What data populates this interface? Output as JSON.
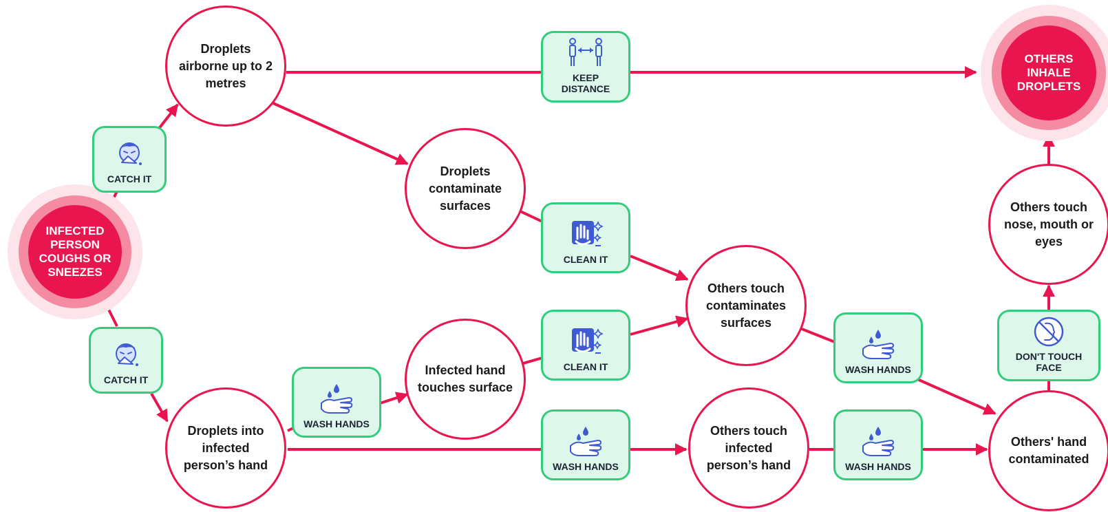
{
  "colors": {
    "accent": "#e8154f",
    "box_border": "#33cc7a",
    "box_fill": "#ddf7ea",
    "icon": "#3f5bd1"
  },
  "nodes": {
    "infected": "INFECTED PERSON COUGHS OR SNEEZES",
    "airborne": "Droplets airborne up to 2 metres",
    "contaminate": "Droplets contaminate surfaces",
    "others_touch_surfaces": "Others touch contaminates surfaces",
    "infected_hand_touches": "Infected hand touches surface",
    "droplets_into_hand": "Droplets into infected person’s hand",
    "others_touch_infected_hand": "Others touch infected person’s hand",
    "others_hand_contaminated": "Others' hand contaminated",
    "others_touch_face": "Others touch nose, mouth or eyes",
    "others_inhale": "OTHERS INHALE DROPLETS"
  },
  "actions": {
    "catch_it_top": {
      "label": "CATCH IT",
      "icon": "sneeze-icon"
    },
    "catch_it_bottom": {
      "label": "CATCH IT",
      "icon": "sneeze-icon"
    },
    "keep_distance": {
      "label": "KEEP DISTANCE",
      "icon": "distance-icon"
    },
    "clean_it_upper": {
      "label": "CLEAN IT",
      "icon": "clean-icon"
    },
    "clean_it_lower": {
      "label": "CLEAN IT",
      "icon": "clean-icon"
    },
    "wash_hands_left": {
      "label": "WASH HANDS",
      "icon": "wash-hands-icon"
    },
    "wash_hands_center": {
      "label": "WASH HANDS",
      "icon": "wash-hands-icon"
    },
    "wash_hands_mid_right": {
      "label": "WASH HANDS",
      "icon": "wash-hands-icon"
    },
    "wash_hands_bottom_right": {
      "label": "WASH HANDS",
      "icon": "wash-hands-icon"
    },
    "dont_touch_face": {
      "label": "DON'T TOUCH FACE",
      "icon": "no-touch-face-icon"
    }
  }
}
